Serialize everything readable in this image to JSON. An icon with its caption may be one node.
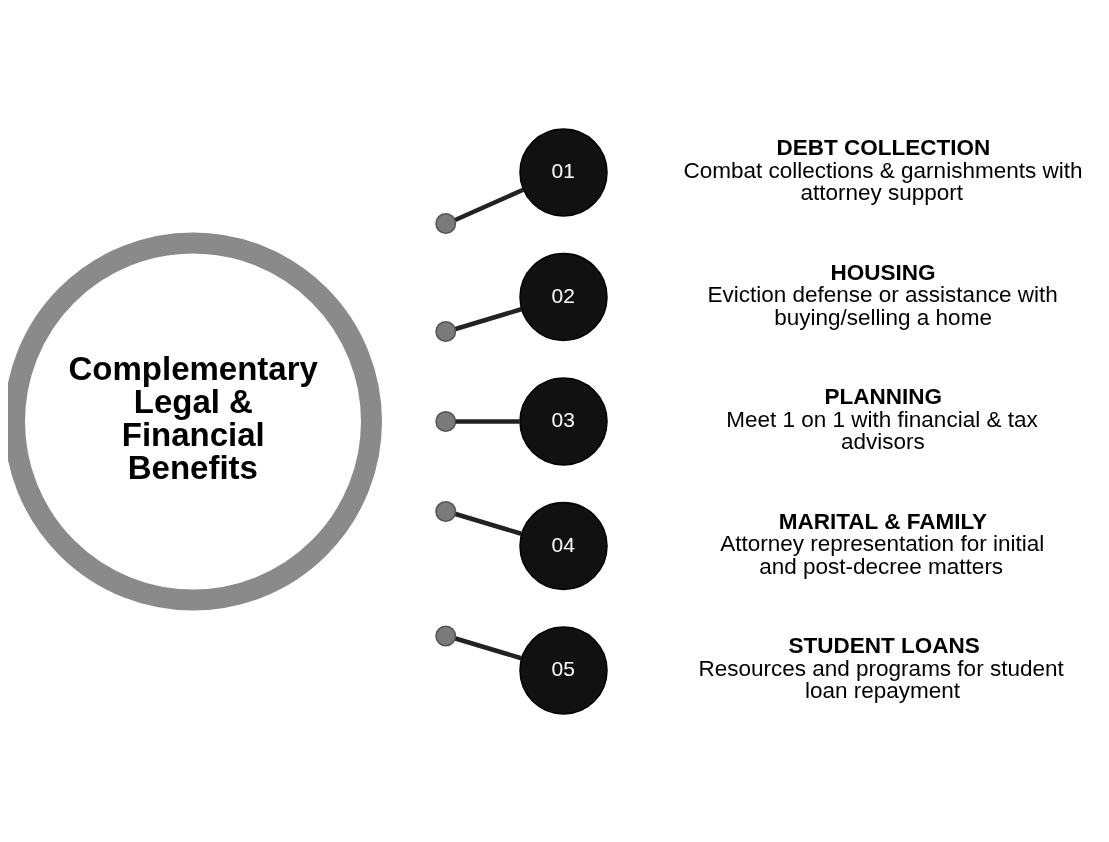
{
  "diagram": {
    "nodes": [
      {
        "text": [
          "Complementary Legal & Financial Benefits"
        ]
      },
      {
        "text": [],
        "shape": "circle"
      },
      {
        "text": [],
        "shape": "circle"
      },
      {
        "text": [],
        "shape": "circle"
      },
      {
        "text": [],
        "shape": "circle"
      },
      {
        "text": [],
        "shape": "circle"
      },
      {
        "text": [
          "01"
        ],
        "beside": [
          "DEBT COLLECTION",
          "Combat collections & garnishments with attorney support"
        ]
      },
      {
        "text": [
          "02"
        ],
        "beside": [
          "HOUSING",
          "Eviction defense or assistance with buying/selling a home"
        ]
      },
      {
        "text": [
          "03"
        ],
        "beside": [
          "PLANNING",
          "Meet 1 on 1 with financial & tax advisors"
        ]
      },
      {
        "text": [
          "04"
        ],
        "beside": [
          "MARITAL & FAMILY",
          "Attorney representation for initial and post-decree matters"
        ]
      },
      {
        "text": [
          "05"
        ],
        "beside": [
          "STUDENT LOANS",
          "Resources and programs for student loan repayment"
        ]
      }
    ],
    "edges": [
      {
        "from": 1,
        "to": 6,
        "arrow": "none"
      },
      {
        "from": 2,
        "to": 7,
        "arrow": "none"
      },
      {
        "from": 3,
        "to": 8,
        "arrow": "none"
      },
      {
        "from": 4,
        "to": 9,
        "arrow": "none"
      },
      {
        "from": 5,
        "to": 10,
        "arrow": "none"
      }
    ]
  }
}
